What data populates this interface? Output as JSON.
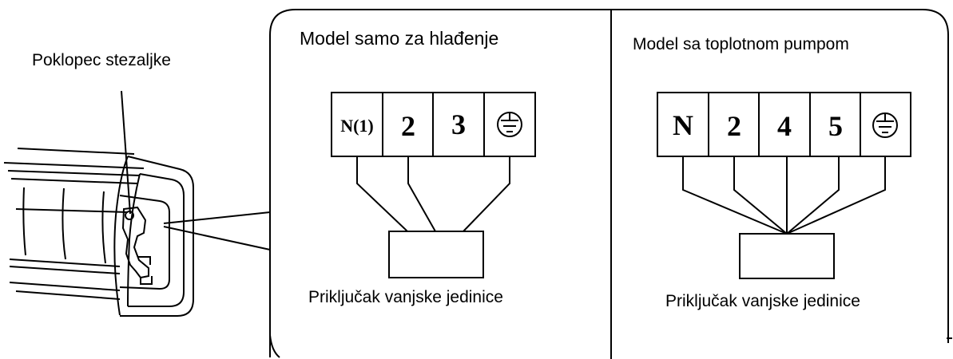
{
  "clamp_cover_label": "Poklopec stezaljke",
  "cooling_model": {
    "title": "Model samo za  hlađenje",
    "terminals": [
      "N(1)",
      "2",
      "3"
    ],
    "ground_icon": "ground-icon",
    "connector_label": "Priključak vanjske jedinice"
  },
  "heat_pump_model": {
    "title": "Model sa  toplotnom pumpom",
    "terminals": [
      "N",
      "2",
      "4",
      "5"
    ],
    "ground_icon": "ground-icon",
    "connector_label": "Priključak vanjske jedinice"
  }
}
